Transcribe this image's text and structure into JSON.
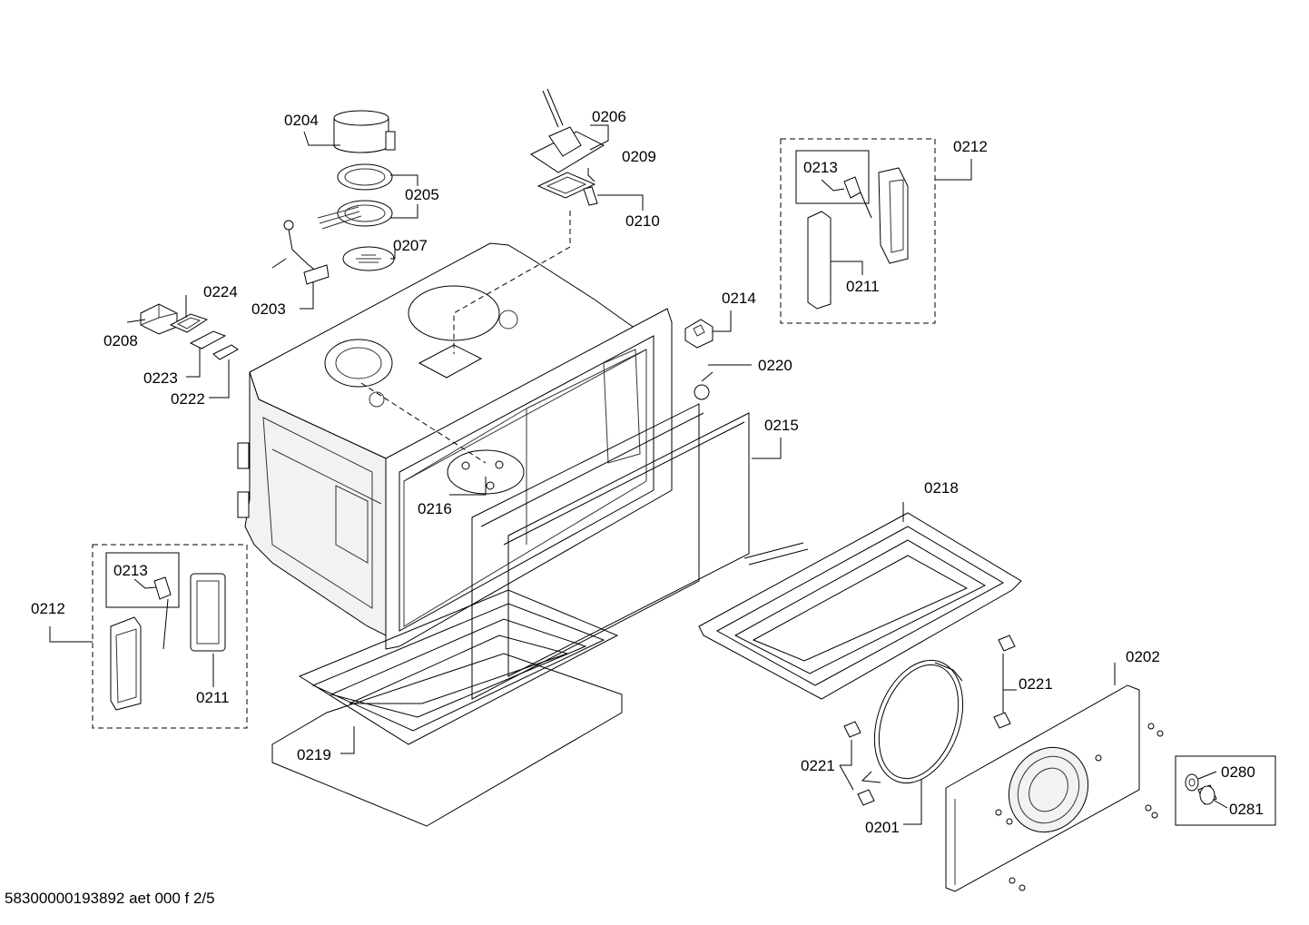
{
  "parts": [
    {
      "id": "p0201",
      "label": "0201"
    },
    {
      "id": "p0202",
      "label": "0202"
    },
    {
      "id": "p0203",
      "label": "0203"
    },
    {
      "id": "p0204",
      "label": "0204"
    },
    {
      "id": "p0205",
      "label": "0205"
    },
    {
      "id": "p0206",
      "label": "0206"
    },
    {
      "id": "p0207",
      "label": "0207"
    },
    {
      "id": "p0208",
      "label": "0208"
    },
    {
      "id": "p0209",
      "label": "0209"
    },
    {
      "id": "p0210",
      "label": "0210"
    },
    {
      "id": "p0211a",
      "label": "0211"
    },
    {
      "id": "p0211b",
      "label": "0211"
    },
    {
      "id": "p0212a",
      "label": "0212"
    },
    {
      "id": "p0212b",
      "label": "0212"
    },
    {
      "id": "p0213a",
      "label": "0213"
    },
    {
      "id": "p0213b",
      "label": "0213"
    },
    {
      "id": "p0214",
      "label": "0214"
    },
    {
      "id": "p0215",
      "label": "0215"
    },
    {
      "id": "p0216",
      "label": "0216"
    },
    {
      "id": "p0218",
      "label": "0218"
    },
    {
      "id": "p0219",
      "label": "0219"
    },
    {
      "id": "p0220",
      "label": "0220"
    },
    {
      "id": "p0221a",
      "label": "0221"
    },
    {
      "id": "p0221b",
      "label": "0221"
    },
    {
      "id": "p0222",
      "label": "0222"
    },
    {
      "id": "p0223",
      "label": "0223"
    },
    {
      "id": "p0224",
      "label": "0224"
    },
    {
      "id": "p0280",
      "label": "0280"
    },
    {
      "id": "p0281",
      "label": "0281"
    }
  ],
  "footer": "58300000193892 aet 000 f 2/5"
}
